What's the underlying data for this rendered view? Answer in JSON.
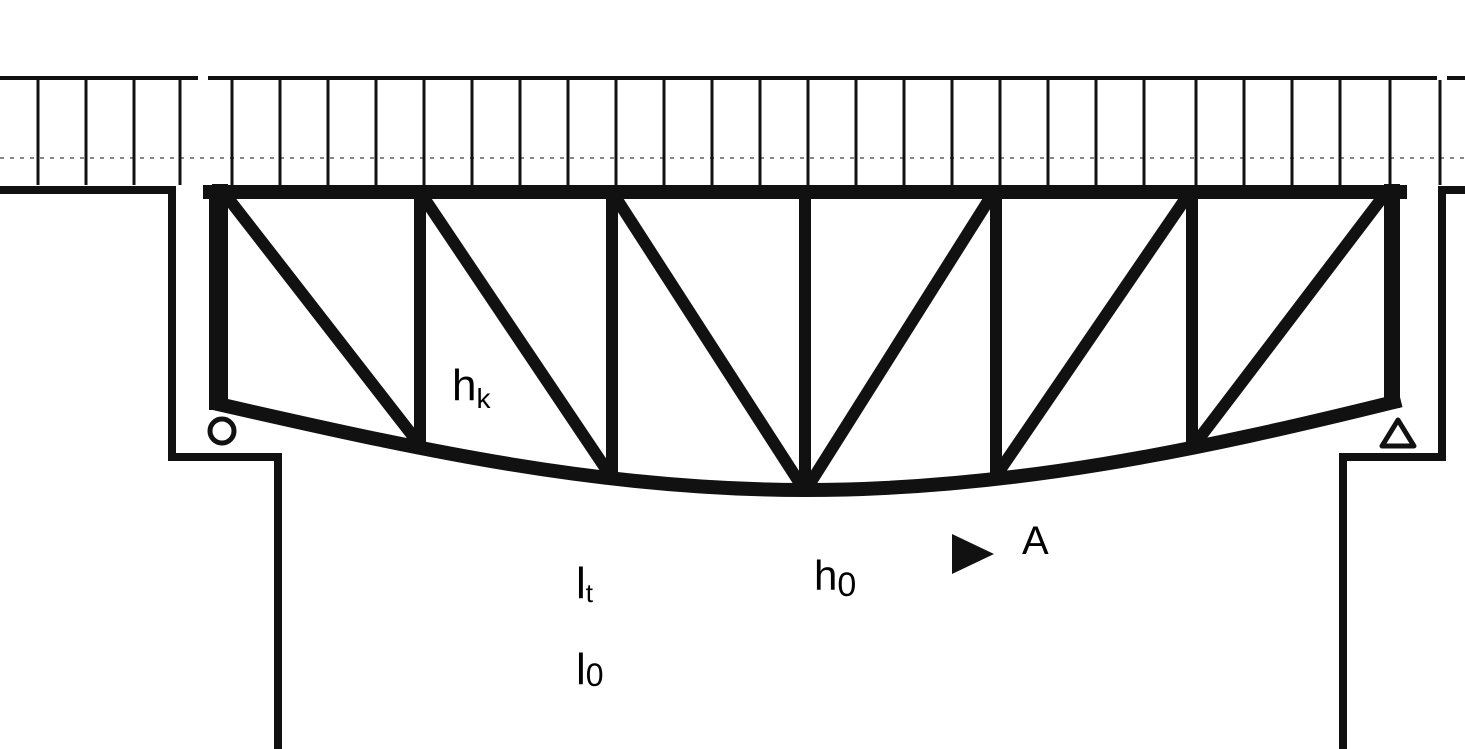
{
  "diagram": {
    "labels": {
      "hk_main": "h",
      "hk_sub": "k",
      "h0_main": "h",
      "h0_sub": "0",
      "lt_main": "l",
      "lt_sub": "t",
      "l0_main": "l",
      "l0_sub": "0",
      "section_marker": "A"
    },
    "colors": {
      "ink": "#111111",
      "paper": "#ffffff"
    }
  }
}
